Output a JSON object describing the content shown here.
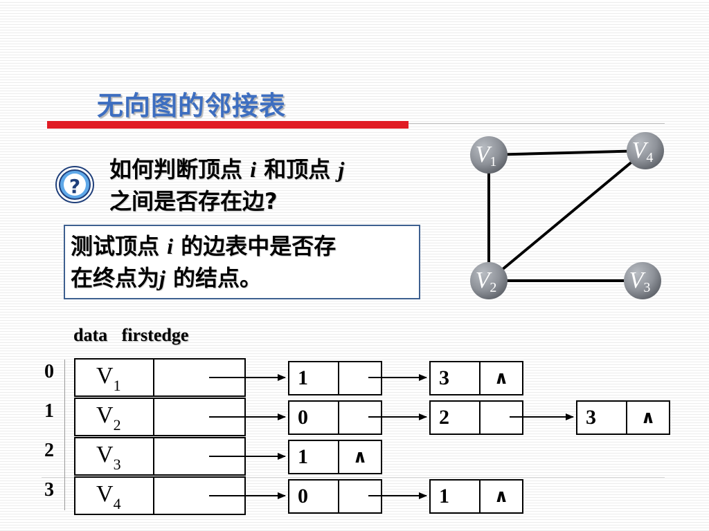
{
  "slide": {
    "title": "无向图的邻接表",
    "question": {
      "icon": "question-icon",
      "line1_a": "如何判断顶点 ",
      "var_i": "i",
      "line1_b": " 和顶点 ",
      "var_j": "j",
      "line2": "之间是否存在边?"
    },
    "answer": {
      "line1_a": "测试顶点 ",
      "var_i": "i",
      "line1_b": " 的边表中是否存",
      "line2_a": "在终点为",
      "var_j": "j",
      "line2_b": " 的结点。"
    }
  },
  "graph": {
    "node_color": "#8e9299",
    "nodes": [
      {
        "id": "v1",
        "letter": "V",
        "sub": "1"
      },
      {
        "id": "v2",
        "letter": "V",
        "sub": "2"
      },
      {
        "id": "v3",
        "letter": "V",
        "sub": "3"
      },
      {
        "id": "v4",
        "letter": "V",
        "sub": "4"
      }
    ],
    "edges": [
      [
        "v1",
        "v4"
      ],
      [
        "v1",
        "v2"
      ],
      [
        "v2",
        "v3"
      ],
      [
        "v2",
        "v4"
      ]
    ]
  },
  "adjacency_list": {
    "header": {
      "data": "data",
      "firstedge": "firstedge"
    },
    "null_symbol": "∧",
    "indices": [
      "0",
      "1",
      "2",
      "3"
    ],
    "vertices": [
      {
        "letter": "V",
        "sub": "1"
      },
      {
        "letter": "V",
        "sub": "2"
      },
      {
        "letter": "V",
        "sub": "3"
      },
      {
        "letter": "V",
        "sub": "4"
      }
    ],
    "rows": [
      {
        "nodes": [
          "1",
          "3"
        ]
      },
      {
        "nodes": [
          "0",
          "2",
          "3"
        ]
      },
      {
        "nodes": [
          "1"
        ]
      },
      {
        "nodes": [
          "0",
          "1"
        ]
      }
    ]
  },
  "colors": {
    "title": "#3d6ec0",
    "accent_bar": "#e01c24",
    "box_border": "#3d5f8f",
    "icon_blue": "#2f7fd0"
  }
}
